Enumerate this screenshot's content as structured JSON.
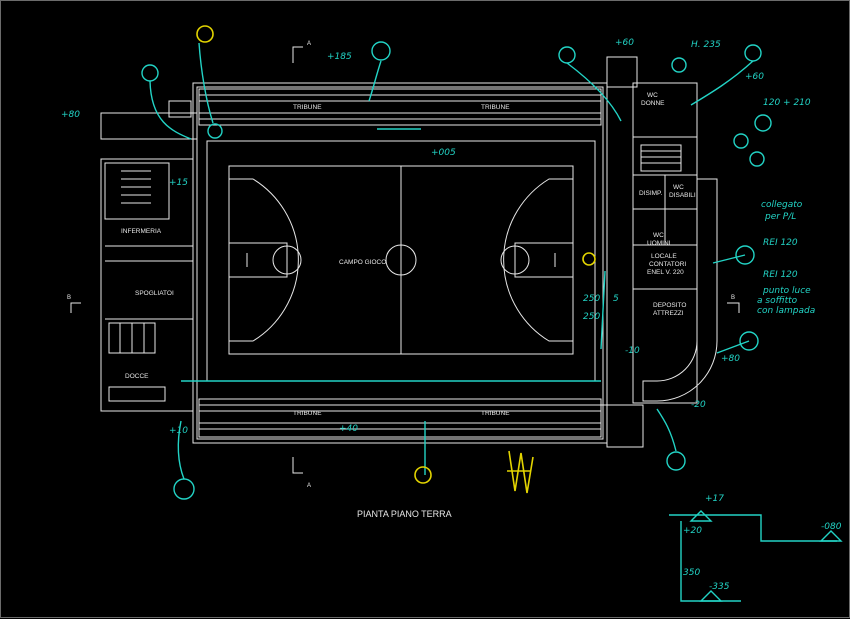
{
  "drawing": {
    "title": "PIANTA PIANO TERRA",
    "rooms": {
      "court": "CAMPO GIOCO",
      "tribune_top_left": "TRIBUNE",
      "tribune_top_right": "TRIBUNE",
      "tribune_bottom_left": "TRIBUNE",
      "tribune_bottom_right": "TRIBUNE",
      "infirmary": "INFERMERIA",
      "locker": "SPOGLIATOI",
      "showers": "DOCCE",
      "wc_women_1": "WC",
      "wc_women_2": "DONNE",
      "dressing": "DISIMP.",
      "wc_disabled_1": "WC",
      "wc_disabled_2": "DISABILI",
      "wc_men_1": "WC",
      "wc_men_2": "UOMINI",
      "meter_1": "LOCALE",
      "meter_2": "CONTATORI",
      "meter_3": "ENEL V. 220",
      "storage_1": "DEPOSITO",
      "storage_2": "ATTREZZI"
    },
    "section_marks": {
      "a_top": "A",
      "a_bottom": "A",
      "b_left": "B",
      "b_right": "B"
    }
  },
  "annotations": {
    "plus_185": "+185",
    "plus_005": "+005",
    "plus_80": "+80",
    "plus_15": "+15",
    "plus_10": "+10",
    "plus_60": "+60",
    "h_235": "H. 235",
    "plus_60_right": "+60",
    "dim_120_210": "120 + 210",
    "collegato": "collegato",
    "per_pl": "per P/L",
    "rei_120_a": "REI 120",
    "rei_120_b": "REI 120",
    "punto_luce_1": "punto luce",
    "punto_luce_2": "a soffitto",
    "punto_luce_3": "con lampada",
    "plus_40": "+40",
    "minus_20": "-20",
    "minus_10": "-10",
    "plus_80_bottom": "+80",
    "plus_17": "+17",
    "plus_20": "+20",
    "dim_350": "350",
    "minus_335": "-335",
    "dim_250": "250",
    "dim_5": "5",
    "dim_250b": "250",
    "neg_080": "-080"
  },
  "colors": {
    "background": "#000000",
    "linework": "#e8e8e8",
    "handwriting": "#22d3c5",
    "highlight": "#e3d400"
  }
}
